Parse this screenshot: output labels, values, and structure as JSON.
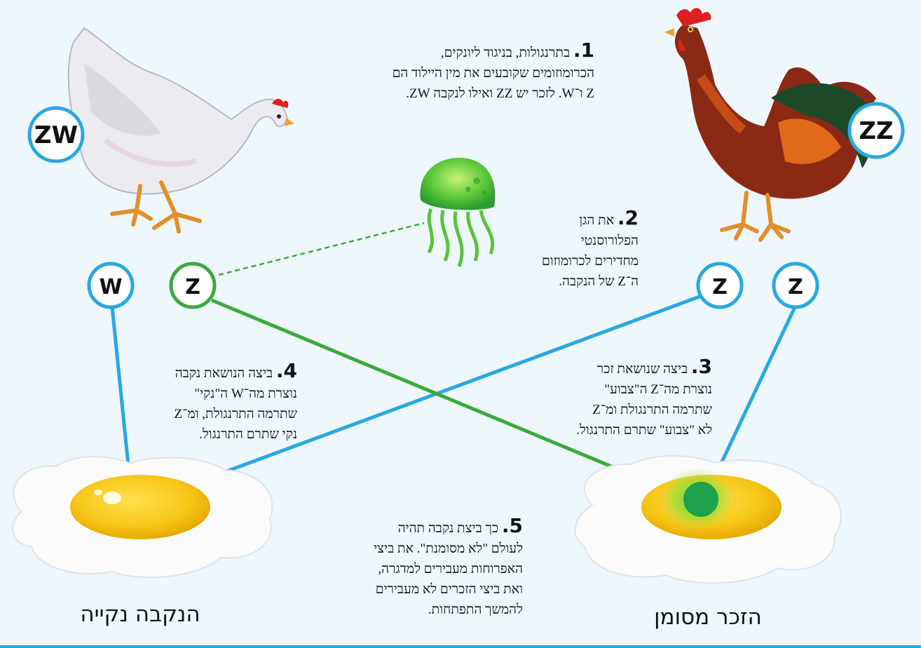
{
  "chromosome_pairs": {
    "hen": "ZW",
    "rooster": "ZZ"
  },
  "chromosomes": {
    "hen_w": "W",
    "hen_z": "Z",
    "rooster_z1": "Z",
    "rooster_z2": "Z"
  },
  "steps": [
    {
      "number": "1.",
      "lines": [
        "בתרנגולות, בניגוד ליונקים,",
        "הכרומוזומים שקובעים את מין היילוד הם",
        "Z ו־W. לזכר יש ZZ ואילו לנקבה ZW."
      ]
    },
    {
      "number": "2.",
      "lines": [
        "את הגן",
        "הפלורוסנטי",
        "מחדירים לכרומוזום",
        "ה־Z של הנקבה."
      ]
    },
    {
      "number": "3.",
      "lines": [
        "ביצה שנושאת זכר",
        "נוצרת מה־Z ה\"צבוע\"",
        "שתרמה התרנגולת ומ־Z",
        "לא \"צבוע\" שתרם התרנגול."
      ]
    },
    {
      "number": "4.",
      "lines": [
        "ביצה הנושאת נקבה",
        "נוצרת מה־W ה\"נקי\"",
        "שתרמה התרנגולת, ומ־Z",
        "נקי שתרם התרנגול."
      ]
    },
    {
      "number": "5.",
      "lines": [
        "כך ביצת נקבה תהיה",
        "לעולם \"לא מסומנת\". את ביצי",
        "האפרוחות מעבירים למדגרה,",
        "ואת ביצי הזכרים לא מעבירים",
        "להמשך התפתחות."
      ]
    }
  ],
  "captions": {
    "left": "הנקבה נקייה",
    "right": "הזכר מסומן"
  },
  "colors": {
    "blue": "#29a8e0",
    "green": "#3aaa3c",
    "yolk": "#f6c416",
    "background": "#eef7fc"
  }
}
